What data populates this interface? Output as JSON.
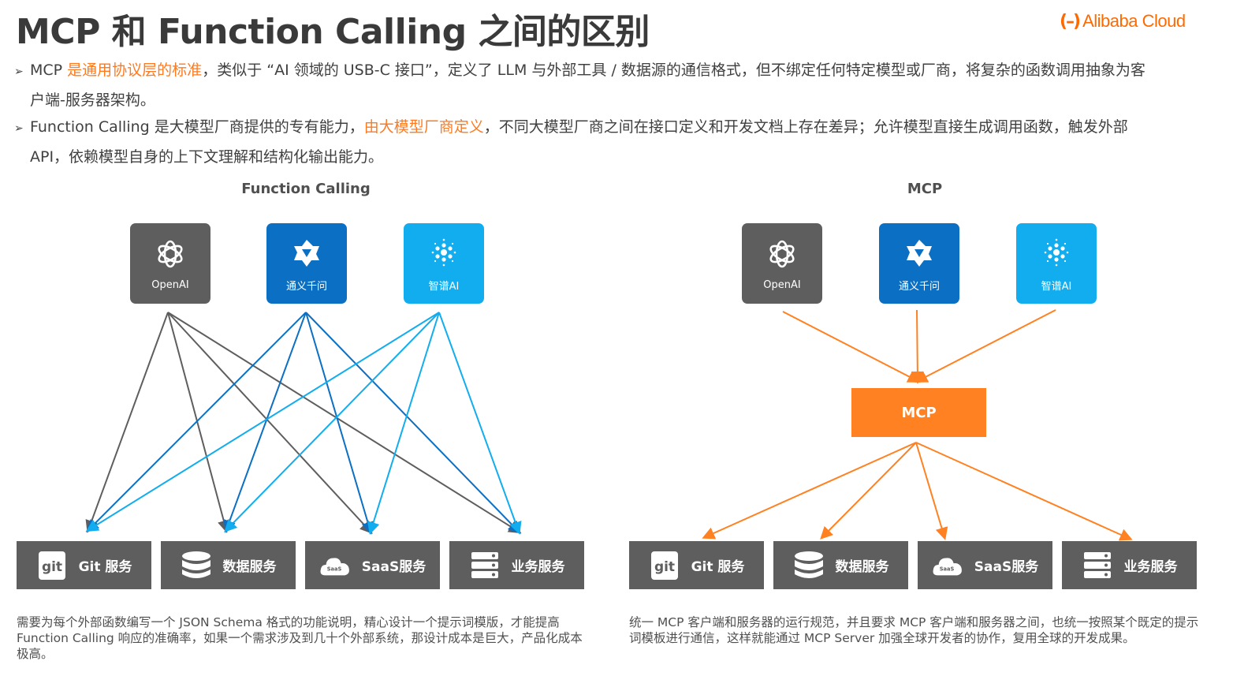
{
  "title": "MCP 和 Function Calling 之间的区别",
  "logo": {
    "mark": "(–)",
    "text": "Alibaba Cloud",
    "color": "#ff6a00"
  },
  "bullets": [
    {
      "segments": [
        {
          "text": "MCP ",
          "highlight": false
        },
        {
          "text": "是通用协议层的标准",
          "highlight": true
        },
        {
          "text": "，类似于 “AI 领域的 USB-C 接口”，定义了 LLM 与外部工具 / 数据源的通信格式，但不绑定任何特定模型或厂商，将复杂的函数调用抽象为客",
          "highlight": false
        }
      ],
      "continuation": "户端-服务器架构。"
    },
    {
      "segments": [
        {
          "text": "Function Calling 是大模型厂商提供的专有能力，",
          "highlight": false
        },
        {
          "text": "由大模型厂商定义",
          "highlight": true
        },
        {
          "text": "，不同大模型厂商之间在接口定义和开发文档上存在差异；允许模型直接生成调用函数，触发外部",
          "highlight": false
        }
      ],
      "continuation": "API，依赖模型自身的上下文理解和结构化输出能力。"
    }
  ],
  "colors": {
    "highlight": "#ff7a1f",
    "openai": "#5e5e5e",
    "qwen": "#0b6fc3",
    "zhipu": "#12adee",
    "mcp": "#ff8121",
    "service": "#5e5e5e"
  },
  "function_calling": {
    "title": "Function Calling",
    "models": [
      {
        "name": "OpenAI",
        "icon": "openai-icon"
      },
      {
        "name": "通义千问",
        "icon": "qwen-icon"
      },
      {
        "name": "智谱AI",
        "icon": "zhipu-icon"
      }
    ],
    "services": [
      {
        "name": "Git 服务",
        "icon": "git-icon"
      },
      {
        "name": "数据服务",
        "icon": "database-icon"
      },
      {
        "name": "SaaS服务",
        "icon": "saas-cloud-icon"
      },
      {
        "name": "业务服务",
        "icon": "server-icon"
      }
    ],
    "connections": "every model connects to every service",
    "description": "需要为每个外部函数编写一个 JSON Schema 格式的功能说明，精心设计一个提示词模版，才能提高 Function Calling 响应的准确率，如果一个需求涉及到几十个外部系统，那设计成本是巨大，产品化成本极高。"
  },
  "mcp": {
    "title": "MCP",
    "hub_label": "MCP",
    "models": [
      {
        "name": "OpenAI",
        "icon": "openai-icon"
      },
      {
        "name": "通义千问",
        "icon": "qwen-icon"
      },
      {
        "name": "智谱AI",
        "icon": "zhipu-icon"
      }
    ],
    "services": [
      {
        "name": "Git 服务",
        "icon": "git-icon"
      },
      {
        "name": "数据服务",
        "icon": "database-icon"
      },
      {
        "name": "SaaS服务",
        "icon": "saas-cloud-icon"
      },
      {
        "name": "业务服务",
        "icon": "server-icon"
      }
    ],
    "connections": "all models connect to MCP hub; MCP hub connects to all services",
    "description": "统一 MCP 客户端和服务器的运行规范，并且要求 MCP 客户端和服务器之间，也统一按照某个既定的提示词模板进行通信，这样就能通过 MCP Server 加强全球开发者的协作，复用全球的开发成果。"
  }
}
